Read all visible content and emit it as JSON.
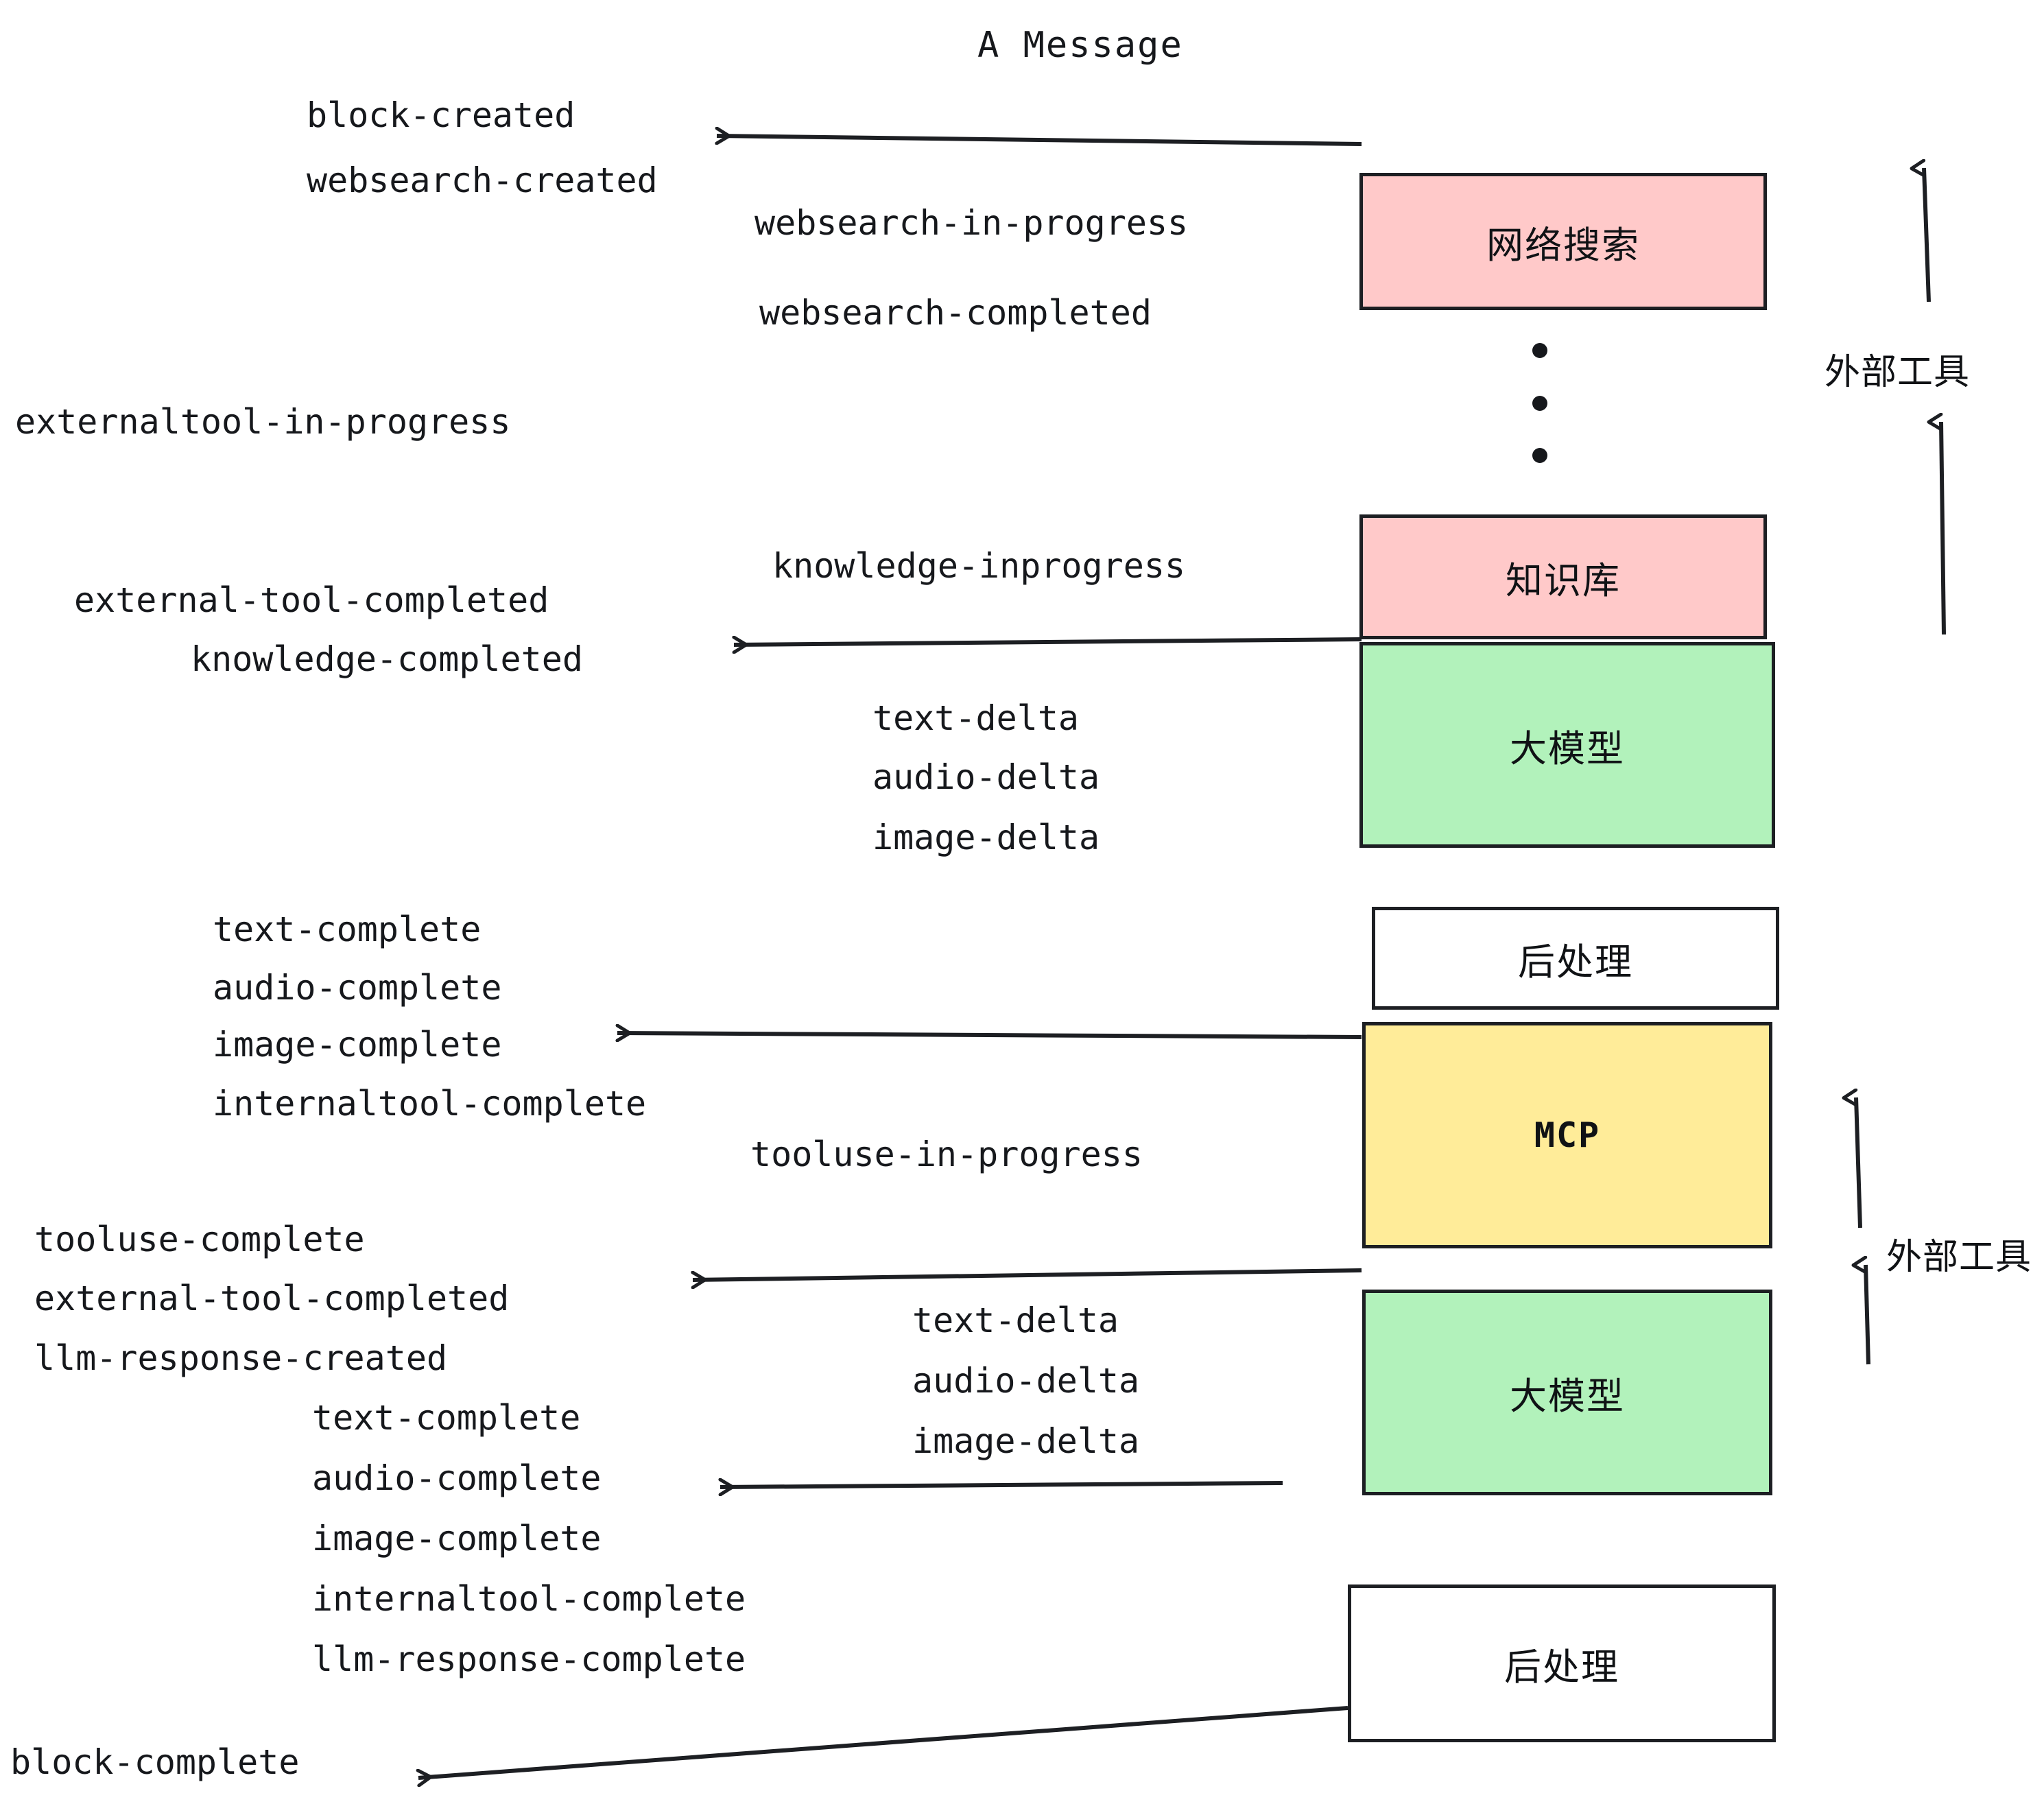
{
  "diagram": {
    "title": "A Message",
    "colors": {
      "pink": "#ffc9c9",
      "green": "#b2f2bb",
      "yellow": "#ffec99",
      "white": "#ffffff",
      "stroke": "#1d1f23",
      "text": "#16181c"
    }
  },
  "nodes": [
    {
      "label": "网络搜索",
      "fill": "#ffc9c9"
    },
    {
      "label": "知识库",
      "fill": "#ffc9c9"
    },
    {
      "label": "大模型",
      "fill": "#b2f2bb"
    },
    {
      "label": "后处理",
      "fill": "#ffffff"
    },
    {
      "label": "MCP",
      "fill": "#ffec99"
    },
    {
      "label": "大模型",
      "fill": "#b2f2bb"
    },
    {
      "label": "后处理",
      "fill": "#ffffff"
    }
  ],
  "group_labels": [
    {
      "label": "外部工具"
    },
    {
      "label": "外部工具"
    }
  ],
  "events": [
    {
      "text": "block-created"
    },
    {
      "text": "websearch-created"
    },
    {
      "text": "websearch-in-progress"
    },
    {
      "text": "websearch-completed"
    },
    {
      "text": "externaltool-in-progress"
    },
    {
      "text": "knowledge-inprogress"
    },
    {
      "text": "external-tool-completed"
    },
    {
      "text": "knowledge-completed"
    },
    {
      "text": "text-delta"
    },
    {
      "text": "audio-delta"
    },
    {
      "text": "image-delta"
    },
    {
      "text": "text-complete"
    },
    {
      "text": "audio-complete"
    },
    {
      "text": "image-complete"
    },
    {
      "text": "internaltool-complete"
    },
    {
      "text": "tooluse-in-progress"
    },
    {
      "text": "tooluse-complete"
    },
    {
      "text": "external-tool-completed"
    },
    {
      "text": "llm-response-created"
    },
    {
      "text": "text-complete"
    },
    {
      "text": "audio-complete"
    },
    {
      "text": "image-complete"
    },
    {
      "text": "internaltool-complete"
    },
    {
      "text": "llm-response-complete"
    },
    {
      "text": "text-delta"
    },
    {
      "text": "audio-delta"
    },
    {
      "text": "image-delta"
    },
    {
      "text": "block-complete"
    }
  ]
}
